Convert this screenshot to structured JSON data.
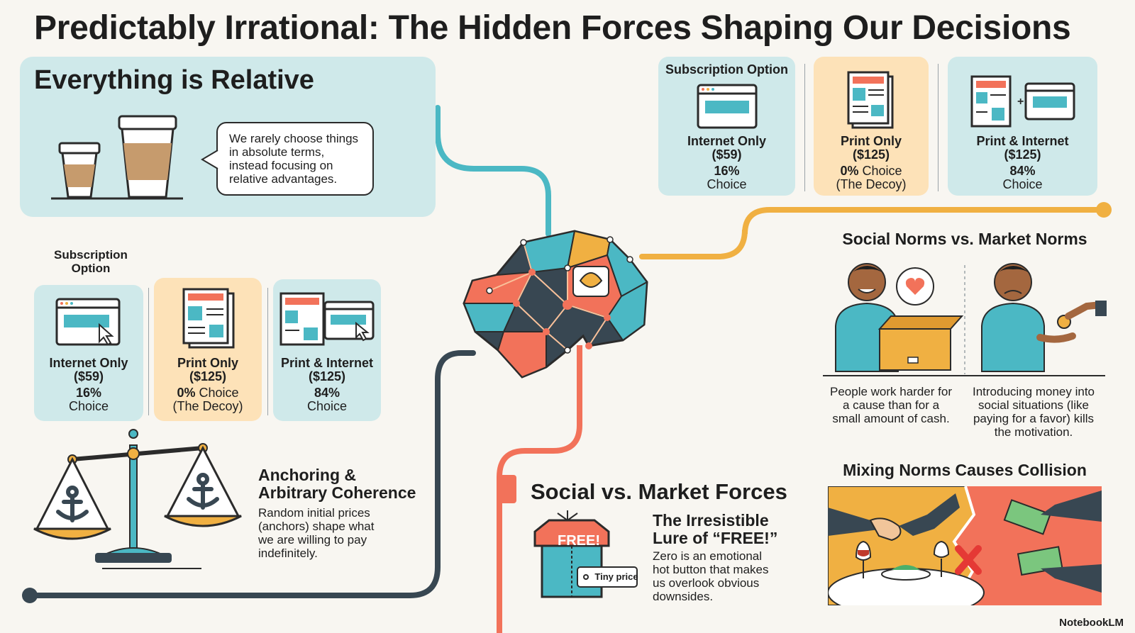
{
  "title": "Predictably Irrational: The Hidden Forces Shaping Our Decisions",
  "relativity": {
    "heading": "Everything is Relative",
    "bubble": "We rarely choose things in absolute terms, instead focusing on relative advantages."
  },
  "subscription": {
    "header_top": "Subscription Option",
    "header_left_line1": "Subscription",
    "header_left_line2": "Option",
    "options": [
      {
        "name": "Internet Only",
        "price": "($59)",
        "pct": "16%",
        "choice": "Choice",
        "decoy": ""
      },
      {
        "name": "Print Only",
        "price": "($125)",
        "pct": "0%",
        "choice": "Choice",
        "decoy": "(The Decoy)"
      },
      {
        "name": "Print & Internet",
        "price": "($125)",
        "pct": "84%",
        "choice": "Choice",
        "decoy": ""
      }
    ]
  },
  "anchoring": {
    "heading_line1": "Anchoring &",
    "heading_line2": "Arbitrary Coherence",
    "text": "Random initial prices (anchors) shape what we are willing to pay indefinitely."
  },
  "social_market": {
    "heading": "Social vs. Market Forces",
    "free_heading_line1": "The Irresistible",
    "free_heading_line2": "Lure of “FREE!”",
    "free_text": "Zero is an emotional hot button that makes us overlook obvious downsides.",
    "free_tag": "FREE!",
    "price_tag": "Tiny price"
  },
  "norms": {
    "heading": "Social Norms vs. Market Norms",
    "left_text": "People work harder for a cause than for a small amount of cash.",
    "right_text": "Introducing money into social situations (like paying for a favor) kills the motivation."
  },
  "collision": {
    "heading": "Mixing Norms Causes Collision"
  },
  "brand": "NotebookLM",
  "colors": {
    "teal": "#4bb8c4",
    "orange": "#f0b042",
    "coral": "#f2725a",
    "navy": "#384752",
    "panel_teal": "#cfe9ea",
    "panel_peach": "#fde2b8"
  }
}
